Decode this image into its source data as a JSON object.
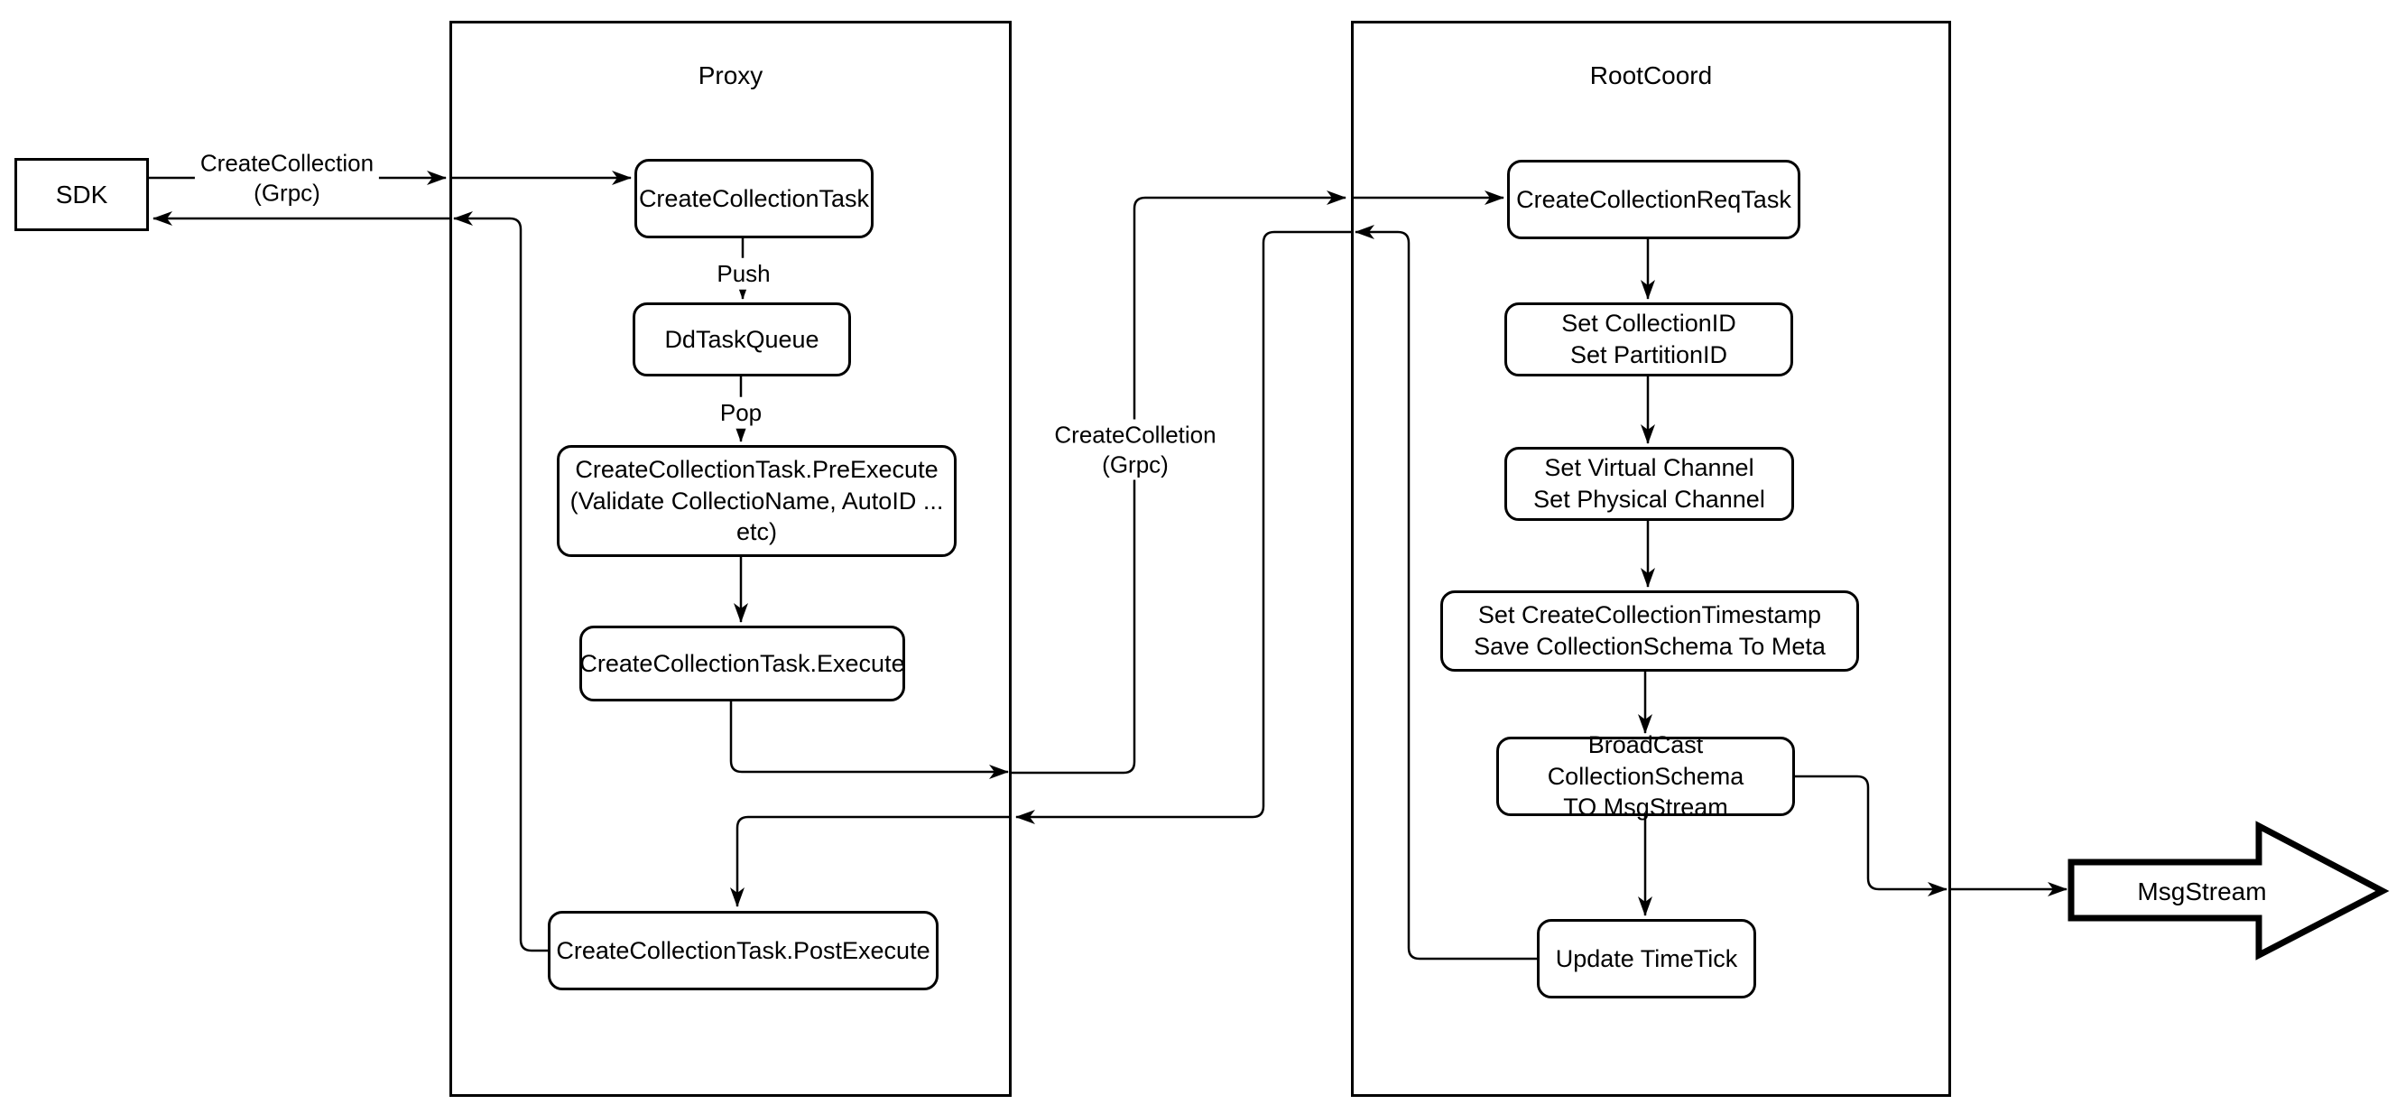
{
  "diagram": {
    "lanes": {
      "proxy": "Proxy",
      "rootcoord": "RootCoord"
    },
    "external": {
      "sdk": "SDK",
      "msgstream": "MsgStream"
    },
    "nodes": {
      "create_collection_task": "CreateCollectionTask",
      "dd_task_queue": "DdTaskQueue",
      "pre_execute": "CreateCollectionTask.PreExecute\n(Validate CollectioName, AutoID ... etc)",
      "execute": "CreateCollectionTask.Execute",
      "post_execute": "CreateCollectionTask.PostExecute",
      "req_task": "CreateCollectionReqTask",
      "set_ids": "Set CollectionID\nSet PartitionID",
      "set_channels": "Set Virtual Channel\nSet Physical Channel",
      "set_timestamp": "Set CreateCollectionTimestamp\nSave CollectionSchema To Meta",
      "broadcast": "BroadCast CollectionSchema\nTO MsgStream",
      "update_timetick": "Update TimeTick"
    },
    "edge_labels": {
      "grpc_left": "CreateCollection\n(Grpc)",
      "push": "Push",
      "pop": "Pop",
      "grpc_mid": "CreateColletion\n(Grpc)"
    },
    "colors": {
      "stroke": "#000000",
      "background": "#ffffff"
    }
  }
}
